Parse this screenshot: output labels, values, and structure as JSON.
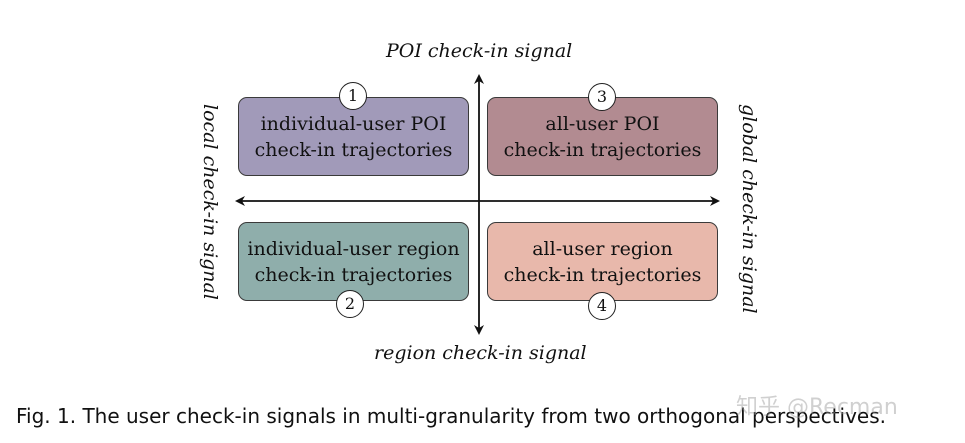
{
  "colors": {
    "box1": "#a19ab9",
    "box2": "#8faeab",
    "box3": "#b28b91",
    "box4": "#e8b8ab",
    "arrow": "#111111"
  },
  "axes": {
    "top": "POI check-in signal",
    "bottom": "region check-in signal",
    "left": "local check-in signal",
    "right": "global check-in signal"
  },
  "quadrants": [
    {
      "number": "1",
      "line1": "individual-user POI",
      "line2": "check-in trajectories"
    },
    {
      "number": "2",
      "line1": "individual-user region",
      "line2": "check-in trajectories"
    },
    {
      "number": "3",
      "line1": "all-user POI",
      "line2": "check-in trajectories"
    },
    {
      "number": "4",
      "line1": "all-user region",
      "line2": "check-in trajectories"
    }
  ],
  "caption": "Fig. 1.  The user check-in signals in multi-granularity from two orthogonal perspectives.",
  "watermark": "知乎 @Recman"
}
